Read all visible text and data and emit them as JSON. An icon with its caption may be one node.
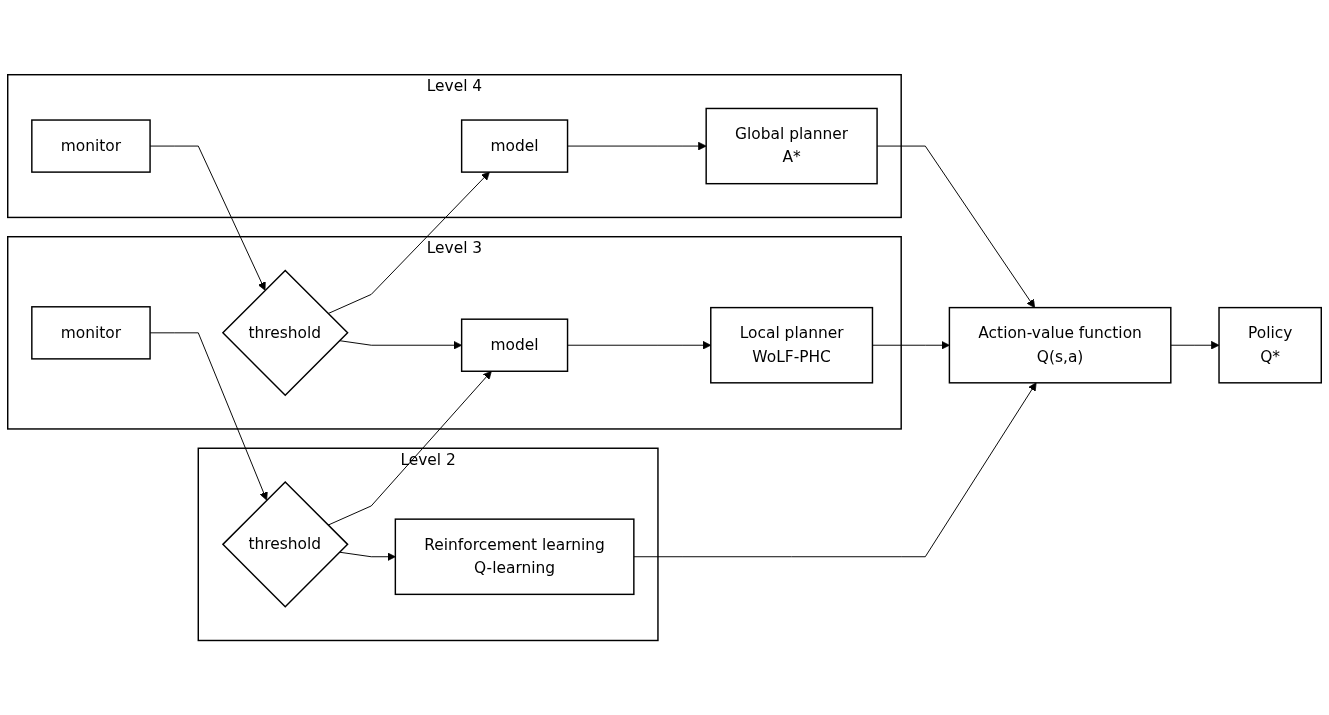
{
  "diagram": {
    "nodes": [
      {
        "text": [
          "Level 4"
        ]
      },
      {
        "text": [
          "monitor"
        ],
        "in": 0
      },
      {
        "text": [
          "model"
        ],
        "in": 0
      },
      {
        "text": [
          "Global planner",
          "A*"
        ],
        "in": 0
      },
      {
        "text": [
          "Level 3"
        ]
      },
      {
        "text": [
          "monitor"
        ],
        "in": 4
      },
      {
        "text": [
          "threshold"
        ],
        "in": 4
      },
      {
        "text": [
          "model"
        ],
        "in": 4
      },
      {
        "text": [
          "Local planner",
          "WoLF-PHC"
        ],
        "in": 4
      },
      {
        "text": [
          "Level 2"
        ]
      },
      {
        "text": [
          "threshold"
        ],
        "in": 9
      },
      {
        "text": [
          "Reinforcement learning",
          "Q-learning"
        ],
        "in": 9
      },
      {
        "text": [
          "Action-value function",
          "Q(s,a)"
        ]
      },
      {
        "text": [
          "Policy",
          "Q*"
        ]
      }
    ],
    "edges": [
      {
        "from": 1,
        "to": 6,
        "arrow": "to"
      },
      {
        "from": 6,
        "to": 2,
        "arrow": "to"
      },
      {
        "from": 2,
        "to": 3,
        "arrow": "to"
      },
      {
        "from": 3,
        "to": 12,
        "arrow": "to"
      },
      {
        "from": 6,
        "to": 7,
        "arrow": "to"
      },
      {
        "from": 7,
        "to": 8,
        "arrow": "to"
      },
      {
        "from": 8,
        "to": 12,
        "arrow": "to"
      },
      {
        "from": 5,
        "to": 10,
        "arrow": "to"
      },
      {
        "from": 10,
        "to": 7,
        "arrow": "to"
      },
      {
        "from": 10,
        "to": 11,
        "arrow": "to"
      },
      {
        "from": 11,
        "to": 12,
        "arrow": "to"
      },
      {
        "from": 12,
        "to": 13,
        "arrow": "to"
      }
    ]
  }
}
